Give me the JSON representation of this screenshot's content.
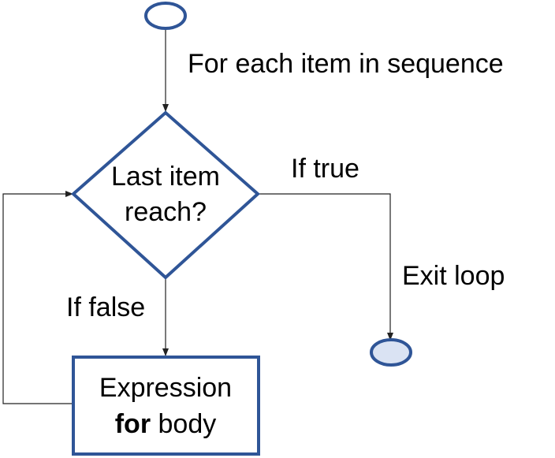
{
  "diagram": {
    "colors": {
      "shape_stroke": "#2f5597",
      "end_fill": "#dae3f3",
      "line": "#222222",
      "text": "#000000"
    },
    "start_node": {
      "shape": "ellipse"
    },
    "loop_label": "For each item in sequence",
    "decision": {
      "line1": "Last item",
      "line2": "reach?"
    },
    "true_branch": {
      "label": "If true",
      "action": "Exit loop"
    },
    "false_branch": {
      "label": "If false"
    },
    "body": {
      "line1": "Expression",
      "line2_bold": "for",
      "line2_rest": " body"
    },
    "end_node": {
      "shape": "ellipse",
      "filled": true
    }
  }
}
